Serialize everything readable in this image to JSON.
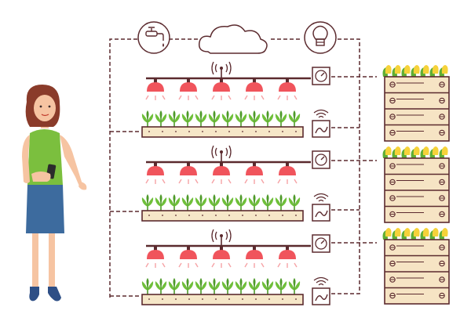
{
  "scene": {
    "background": "#ffffff",
    "colors": {
      "outline": "#5b2a2e",
      "connector": "#5b2a2e",
      "lamp": "#f0545c",
      "lamp_glow": "#f6a3a6",
      "rail": "#5b2a2e",
      "plant": "#6fbf3a",
      "plant_dark": "#4e9a2a",
      "soil_bed": "#f6e7c8",
      "soil": "#e8cfa4",
      "crate": "#f6e4c4",
      "crate_line": "#5b2a2e",
      "tulip": "#f6d23a",
      "leaf": "#5fae35",
      "cloud": "#ffffff",
      "gauge": "#ffffff",
      "shirt": "#7bbf3e",
      "skirt": "#3d6b9e",
      "hair": "#8a3b2a",
      "skin": "#f6c4a2",
      "shoe": "#2e4f86",
      "phone": "#2b2b2b"
    },
    "top_icons": [
      "water-tap-icon",
      "cloud-icon",
      "light-bulb-icon"
    ],
    "racks": [
      {
        "lamps": 5,
        "plants": 12,
        "sensors": [
          "gauge-icon",
          "wireless-sensor-icon"
        ]
      },
      {
        "lamps": 5,
        "plants": 12,
        "sensors": [
          "gauge-icon",
          "wireless-sensor-icon"
        ]
      },
      {
        "lamps": 5,
        "plants": 12,
        "sensors": [
          "gauge-icon",
          "wireless-sensor-icon"
        ]
      }
    ],
    "crates": 3,
    "person": {
      "holding": "smartphone-icon"
    }
  }
}
